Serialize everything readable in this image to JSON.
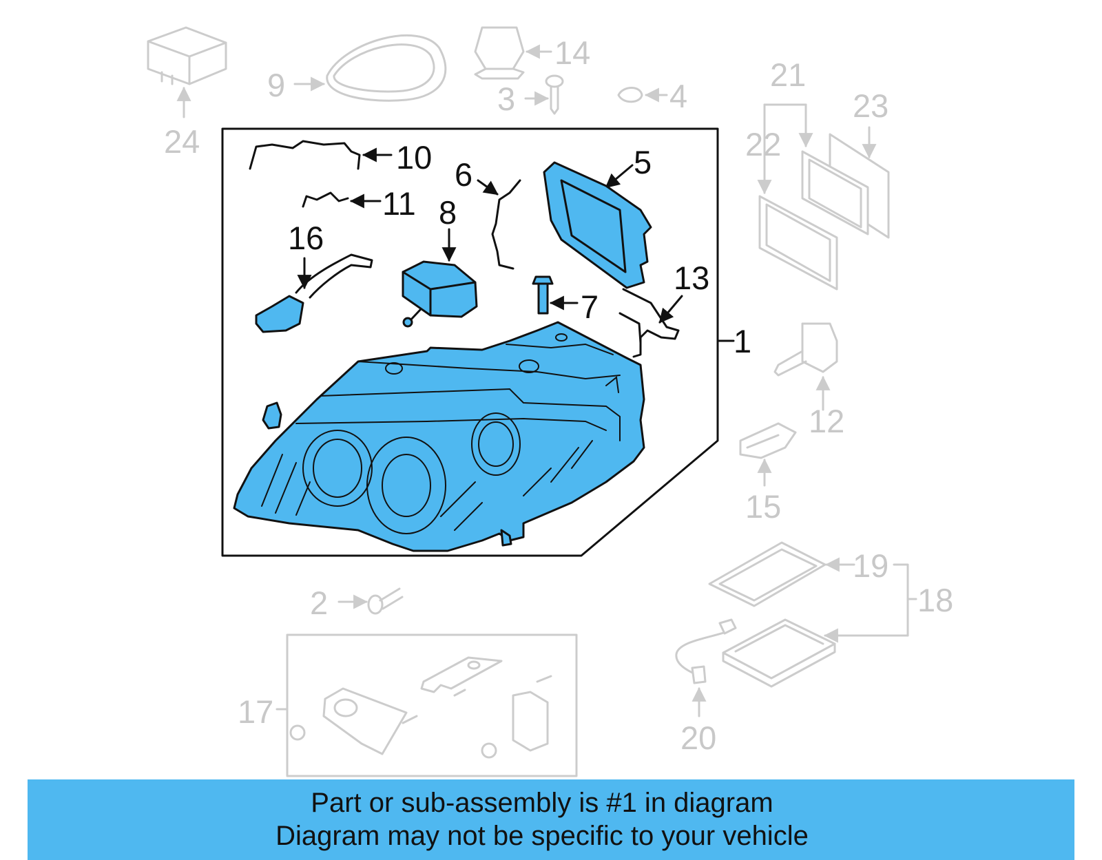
{
  "callouts": {
    "c1": "1",
    "c2": "2",
    "c3": "3",
    "c4": "4",
    "c5": "5",
    "c6": "6",
    "c7": "7",
    "c8": "8",
    "c9": "9",
    "c10": "10",
    "c11": "11",
    "c12": "12",
    "c13": "13",
    "c14": "14",
    "c15": "15",
    "c16": "16",
    "c17": "17",
    "c18": "18",
    "c19": "19",
    "c20": "20",
    "c21": "21",
    "c22": "22",
    "c23": "23",
    "c24": "24"
  },
  "banner": {
    "line1": "Part or sub-assembly is #1 in diagram",
    "line2": "Diagram may not be specific to your vehicle"
  },
  "colors": {
    "highlight": "#4fb8f0",
    "active_part": "#111111",
    "inactive_part": "#cccccc"
  }
}
